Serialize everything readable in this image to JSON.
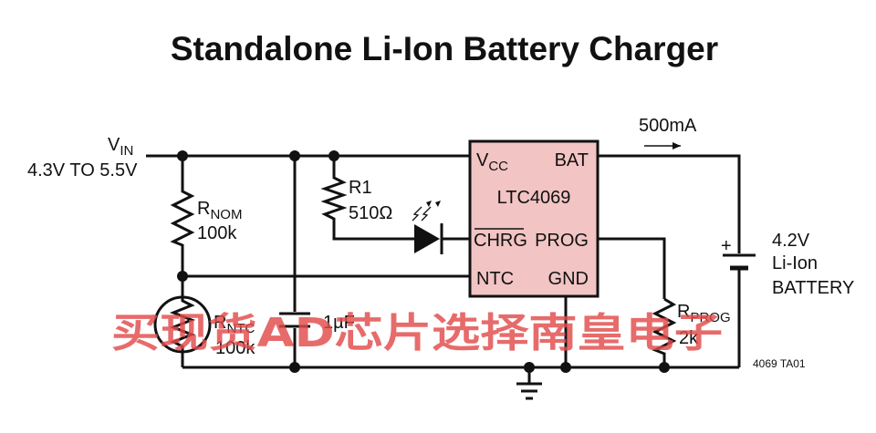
{
  "title": "Standalone Li-Ion Battery Charger",
  "vin": {
    "label": "V",
    "sub": "IN",
    "range": "4.3V TO 5.5V"
  },
  "rnom": {
    "label": "R",
    "sub": "NOM",
    "value": "100k"
  },
  "rntc": {
    "label": "R",
    "sub": "NTC",
    "value": "100k"
  },
  "capacitor": {
    "value": "1µF"
  },
  "r1": {
    "label": "R1",
    "value": "510Ω"
  },
  "ic": {
    "name": "LTC4069",
    "pins": {
      "vcc": "V",
      "vcc_sub": "CC",
      "bat": "BAT",
      "chrg": "CHRG",
      "prog": "PROG",
      "ntc": "NTC",
      "gnd": "GND"
    },
    "fill": "#f2c4c4"
  },
  "current": "500mA",
  "rprog": {
    "label": "R",
    "sub": "PROG",
    "value": "2k"
  },
  "battery": {
    "plus": "+",
    "voltage": "4.2V",
    "line2": "Li-Ion",
    "line3": "BATTERY"
  },
  "figure_id": "4069 TA01",
  "watermark": "买现货AD芯片选择南皇电子"
}
